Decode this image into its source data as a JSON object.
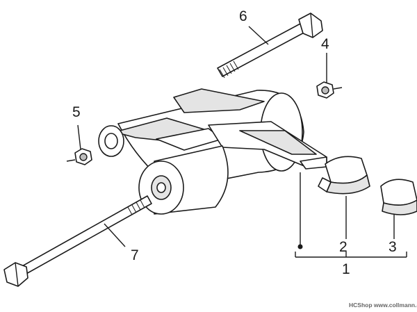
{
  "diagram": {
    "callouts": [
      {
        "id": "1",
        "label": "1"
      },
      {
        "id": "2",
        "label": "2"
      },
      {
        "id": "3",
        "label": "3"
      },
      {
        "id": "4",
        "label": "4"
      },
      {
        "id": "5",
        "label": "5"
      },
      {
        "id": "6",
        "label": "6"
      },
      {
        "id": "7",
        "label": "7"
      }
    ],
    "watermark": "HCShop www.collmann.eu"
  },
  "colors": {
    "line": "#1a1a1a",
    "shade": "#e4e4e4",
    "background": "#ffffff"
  }
}
